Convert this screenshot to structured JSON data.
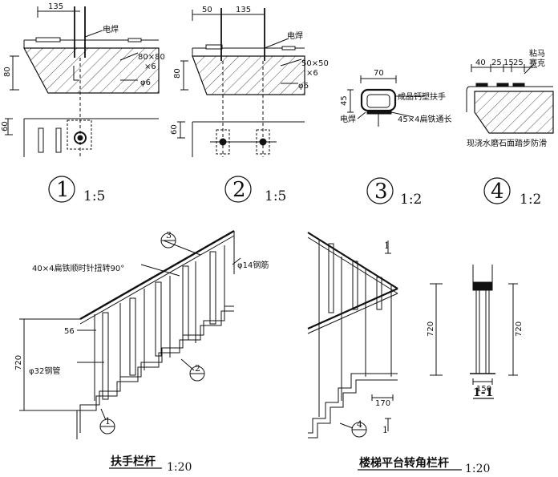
{
  "detail1": {
    "dim_top": "135",
    "dim_left": "80",
    "dim_bottom": "60",
    "weld": "电焊",
    "plate": "80×80",
    "plate2": "×6",
    "rebar": "φ6",
    "num": "1",
    "scale": "1:5"
  },
  "detail2": {
    "dim_top_a": "50",
    "dim_top_b": "135",
    "dim_left": "80",
    "dim_bottom": "60",
    "weld": "电焊",
    "plate": "50×50",
    "plate2": "×6",
    "rebar": "φ6",
    "num": "2",
    "scale": "1:5"
  },
  "detail3": {
    "dim_w": "70",
    "dim_h": "45",
    "handrail": "成品钙塑扶手",
    "bar": "45×4扁铁通长",
    "weld": "电焊",
    "num": "3",
    "scale": "1:2"
  },
  "detail4": {
    "d1": "40",
    "d2": "25",
    "d3": "15",
    "d4": "25",
    "mastic": "粘马",
    "mastic2": "赛克",
    "note": "现浇水磨石面踏步防滑",
    "num": "4",
    "scale": "1:2"
  },
  "stair": {
    "twist_note": "40×4扁铁顺时针扭转90°",
    "rebar_note": "φ14钢筋",
    "pipe_note": "φ32钢管",
    "dim_56": "56",
    "dim_720": "720",
    "callout3": "3",
    "callout2": "2",
    "callout1": "1",
    "title": "扶手栏杆",
    "scale": "1:20"
  },
  "landing": {
    "callout4": "4",
    "dim_170": "170",
    "dim_720a": "720",
    "dim_720b": "720",
    "dim_150": "150",
    "sec_mark_top": "1",
    "sec_mark_bot": "1",
    "section": "1-1",
    "title": "楼梯平台转角栏杆",
    "scale": "1:20"
  }
}
